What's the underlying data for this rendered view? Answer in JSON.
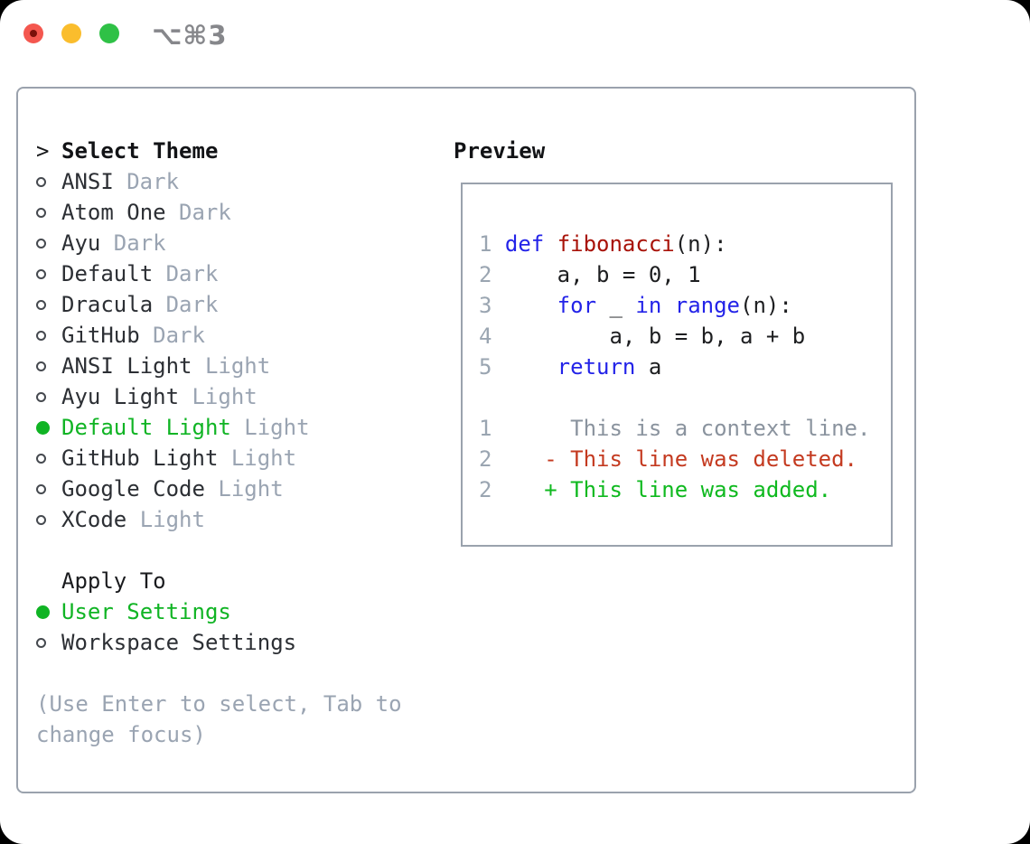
{
  "window": {
    "title": "⌥⌘3"
  },
  "colors": {
    "traffic_red": "#f4574f",
    "traffic_yellow": "#fabd2d",
    "traffic_green": "#2fc146",
    "title_gray": "#86878b",
    "panel_border": "#9aa2ad",
    "selected_green": "#10b424",
    "muted_gray": "#9aa4b2",
    "line_number_gray": "#9aa5b1",
    "keyword_blue": "#2323e8",
    "function_red": "#a81208",
    "context_gray": "#8a939e",
    "deleted_red": "#c43a20",
    "added_green": "#0fb91f"
  },
  "theme_panel": {
    "header": {
      "arrow": ">",
      "label": "Select Theme"
    },
    "items": [
      {
        "name": "ANSI",
        "variant": "Dark",
        "selected": false
      },
      {
        "name": "Atom One",
        "variant": "Dark",
        "selected": false
      },
      {
        "name": "Ayu",
        "variant": "Dark",
        "selected": false
      },
      {
        "name": "Default",
        "variant": "Dark",
        "selected": false
      },
      {
        "name": "Dracula",
        "variant": "Dark",
        "selected": false
      },
      {
        "name": "GitHub",
        "variant": "Dark",
        "selected": false
      },
      {
        "name": "ANSI Light",
        "variant": "Light",
        "selected": false
      },
      {
        "name": "Ayu Light",
        "variant": "Light",
        "selected": false
      },
      {
        "name": "Default Light",
        "variant": "Light",
        "selected": true
      },
      {
        "name": "GitHub Light",
        "variant": "Light",
        "selected": false
      },
      {
        "name": "Google Code",
        "variant": "Light",
        "selected": false
      },
      {
        "name": "XCode",
        "variant": "Light",
        "selected": false
      }
    ],
    "apply_to": {
      "label": "Apply To",
      "options": [
        {
          "name": "User Settings",
          "selected": true
        },
        {
          "name": "Workspace Settings",
          "selected": false
        }
      ]
    },
    "hint_lines": [
      "(Use Enter to select, Tab to",
      "change focus)"
    ]
  },
  "preview": {
    "label": "Preview",
    "code_lines": [
      {
        "num": "1",
        "segments": [
          {
            "t": "def",
            "c": "keyword"
          },
          {
            "t": " ",
            "c": "plain"
          },
          {
            "t": "fibonacci",
            "c": "function"
          },
          {
            "t": "(n):",
            "c": "plain"
          }
        ]
      },
      {
        "num": "2",
        "segments": [
          {
            "t": "    a, b = 0, 1",
            "c": "plain"
          }
        ]
      },
      {
        "num": "3",
        "segments": [
          {
            "t": "    ",
            "c": "plain"
          },
          {
            "t": "for",
            "c": "keyword"
          },
          {
            "t": " _ ",
            "c": "plain"
          },
          {
            "t": "in",
            "c": "keyword"
          },
          {
            "t": " ",
            "c": "plain"
          },
          {
            "t": "range",
            "c": "keyword"
          },
          {
            "t": "(n):",
            "c": "plain"
          }
        ]
      },
      {
        "num": "4",
        "segments": [
          {
            "t": "        a, b = b, a + b",
            "c": "plain"
          }
        ]
      },
      {
        "num": "5",
        "segments": [
          {
            "t": "    ",
            "c": "plain"
          },
          {
            "t": "return",
            "c": "keyword"
          },
          {
            "t": " a",
            "c": "plain"
          }
        ]
      },
      {
        "num": "",
        "segments": []
      },
      {
        "num": "1",
        "segments": [
          {
            "t": "     This is a context line.",
            "c": "context"
          }
        ]
      },
      {
        "num": "2",
        "segments": [
          {
            "t": "   - This line was deleted.",
            "c": "deleted"
          }
        ]
      },
      {
        "num": "2",
        "segments": [
          {
            "t": "   + This line was added.",
            "c": "added"
          }
        ]
      }
    ]
  }
}
